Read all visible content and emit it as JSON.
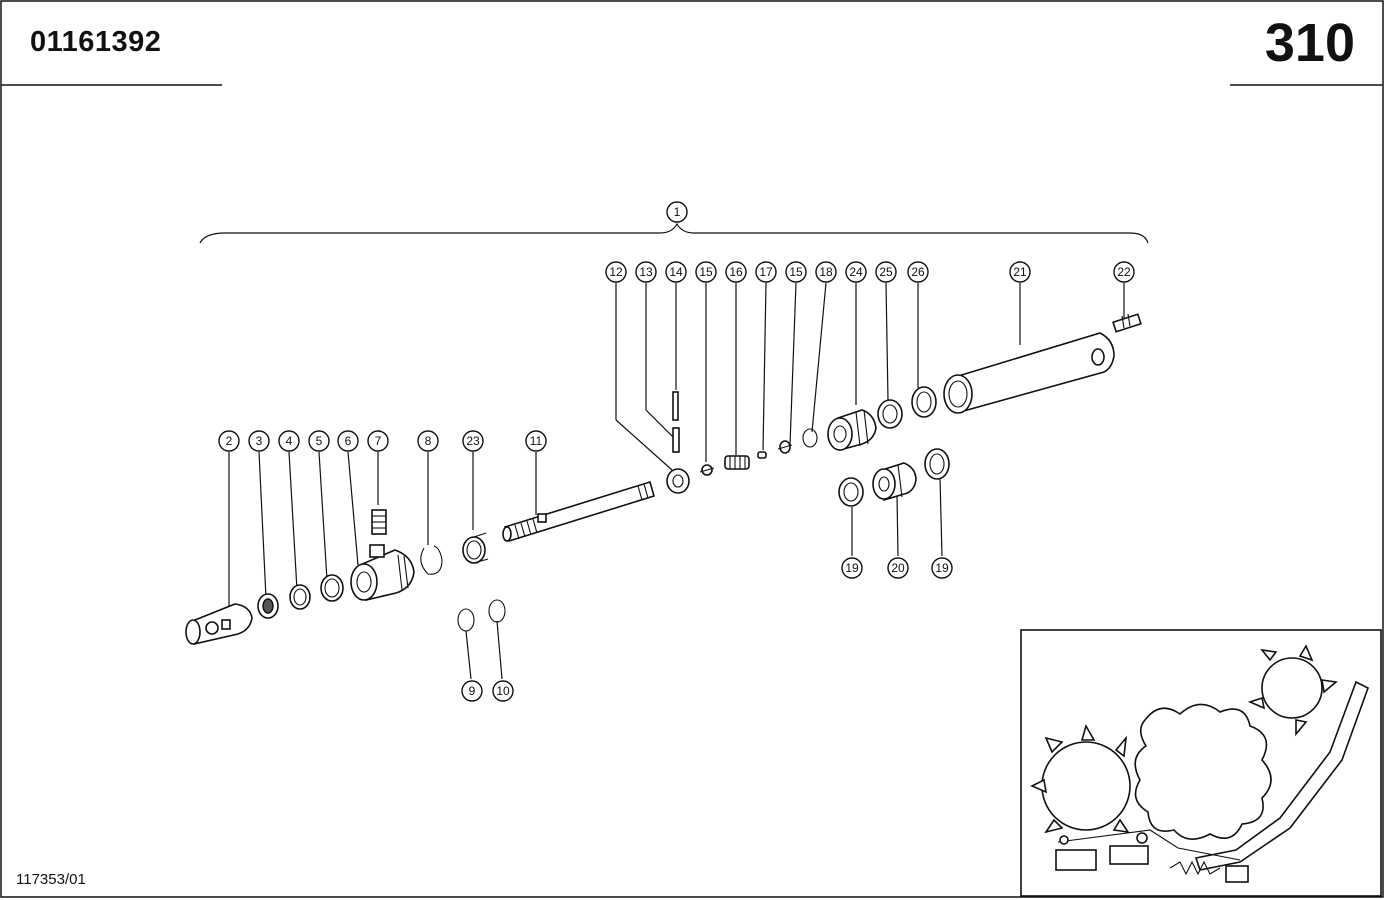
{
  "header": {
    "part_number": "01161392",
    "page_number": "310"
  },
  "footer": {
    "reference": "117353/01"
  },
  "callouts": [
    "1",
    "2",
    "3",
    "4",
    "5",
    "6",
    "7",
    "8",
    "9",
    "10",
    "11",
    "12",
    "13",
    "14",
    "15",
    "16",
    "17",
    "15",
    "18",
    "24",
    "25",
    "26",
    "21",
    "22",
    "23",
    "19",
    "20",
    "19"
  ],
  "inset": {
    "icon": "machine-overview-sketch"
  }
}
